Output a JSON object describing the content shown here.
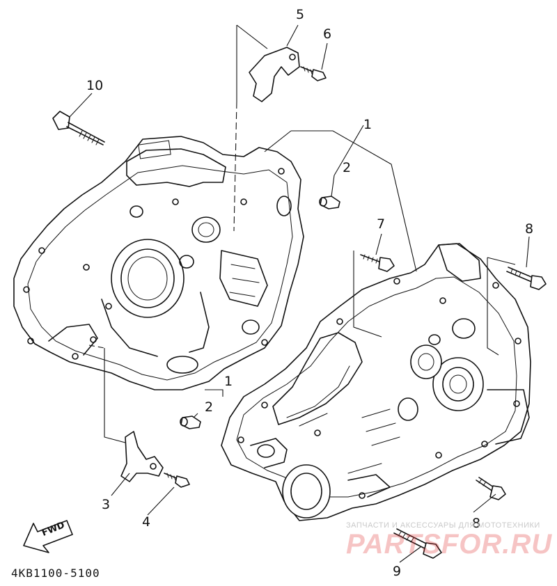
{
  "diagram": {
    "callouts": [
      {
        "id": "c5",
        "label": "5"
      },
      {
        "id": "c6",
        "label": "6"
      },
      {
        "id": "c10",
        "label": "10"
      },
      {
        "id": "c1a",
        "label": "1"
      },
      {
        "id": "c2a",
        "label": "2"
      },
      {
        "id": "c7",
        "label": "7"
      },
      {
        "id": "c8a",
        "label": "8"
      },
      {
        "id": "c1b",
        "label": "1"
      },
      {
        "id": "c2b",
        "label": "2"
      },
      {
        "id": "c3",
        "label": "3"
      },
      {
        "id": "c4",
        "label": "4"
      },
      {
        "id": "c8b",
        "label": "8"
      },
      {
        "id": "c9",
        "label": "9"
      }
    ],
    "fwd_label": "FWD",
    "diagram_code": "4KB1100-5100"
  },
  "watermark": {
    "tagline": "ЗАПЧАСТИ И АКСЕССУАРЫ ДЛЯ МОТОТЕХНИКИ",
    "brand": "PARTSFOR.RU",
    "brand_color": "#e23c3c"
  }
}
